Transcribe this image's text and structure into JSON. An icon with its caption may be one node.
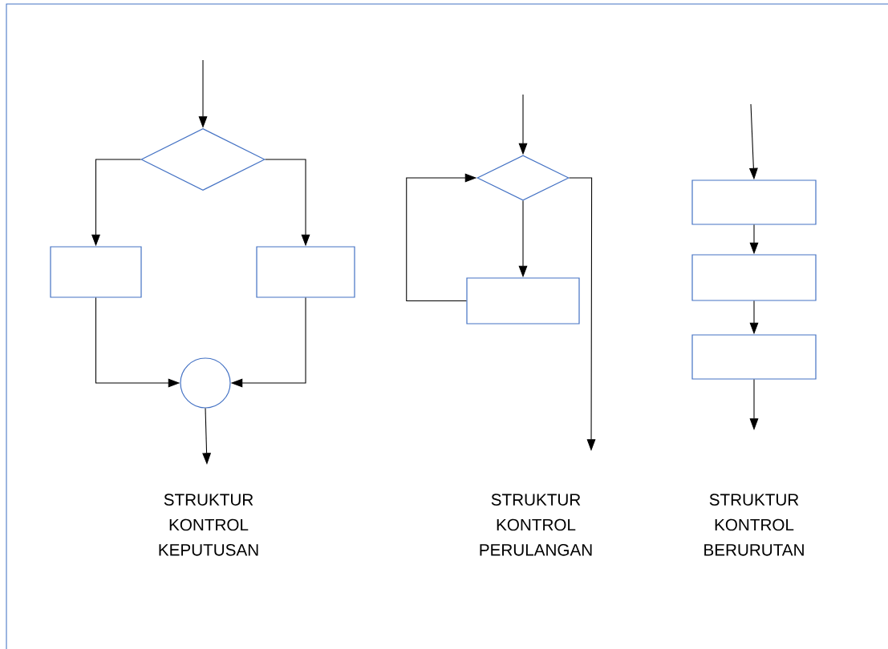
{
  "diagram": {
    "nodes": [
      {
        "text": [],
        "shape": "diamond"
      },
      {
        "text": [],
        "shape": "box"
      },
      {
        "text": [],
        "shape": "box"
      },
      {
        "text": [],
        "shape": "circle"
      },
      {
        "text": [],
        "shape": "diamond"
      },
      {
        "text": [],
        "shape": "box"
      },
      {
        "text": [],
        "shape": "box"
      },
      {
        "text": [],
        "shape": "box"
      },
      {
        "text": [],
        "shape": "box"
      }
    ],
    "edges": [
      {
        "from": null,
        "to": 0,
        "arrow": "to"
      },
      {
        "from": 0,
        "to": 1,
        "arrow": "to"
      },
      {
        "from": 0,
        "to": 2,
        "arrow": "to"
      },
      {
        "from": 1,
        "to": 3,
        "arrow": "to"
      },
      {
        "from": 2,
        "to": 3,
        "arrow": "to"
      },
      {
        "from": 3,
        "to": null,
        "arrow": "to"
      },
      {
        "from": null,
        "to": 4,
        "arrow": "to"
      },
      {
        "from": 4,
        "to": 5,
        "arrow": "to"
      },
      {
        "from": 5,
        "to": 4,
        "arrow": "to"
      },
      {
        "from": 4,
        "to": null,
        "arrow": "to"
      },
      {
        "from": null,
        "to": 6,
        "arrow": "to"
      },
      {
        "from": 6,
        "to": 7,
        "arrow": "to"
      },
      {
        "from": 7,
        "to": 8,
        "arrow": "to"
      },
      {
        "from": 8,
        "to": null,
        "arrow": "to"
      }
    ],
    "labels": [
      "STRUKTUR KONTROL KEPUTUSAN",
      "STRUKTUR KONTROL PERULANGAN",
      "STRUKTUR KONTROL BERURUTAN"
    ]
  }
}
